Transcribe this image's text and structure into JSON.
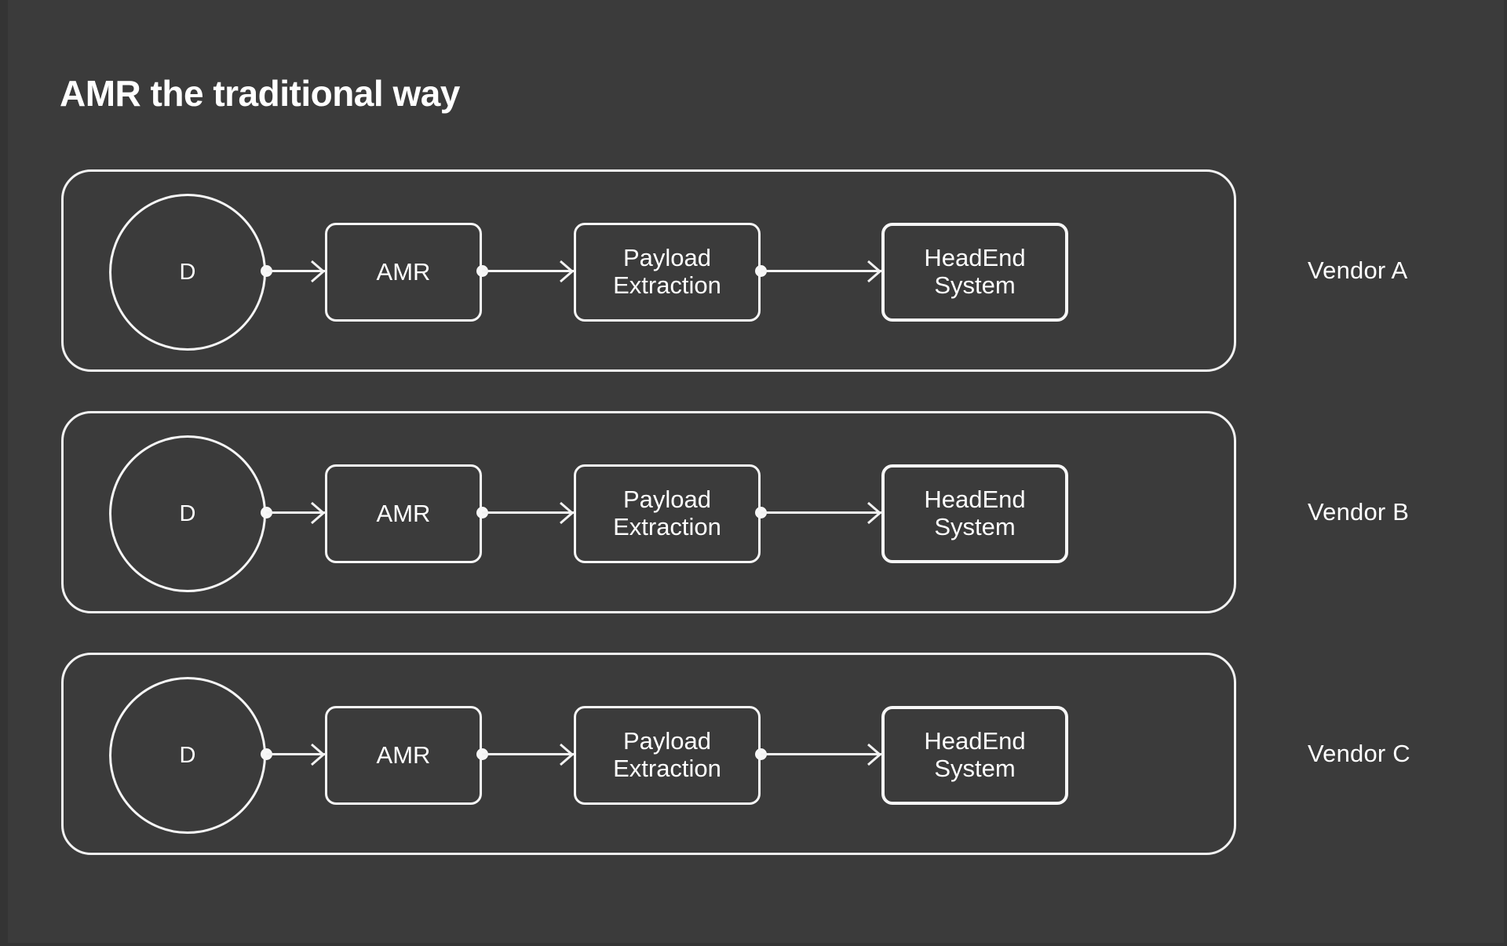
{
  "slide": {
    "title": "AMR the traditional way",
    "background_color": "#3b3b3b",
    "stroke_color": "#f2f2f2",
    "text_color": "#ffffff"
  },
  "node_labels": {
    "device": "D",
    "amr": "AMR",
    "payload_extraction": "Payload\nExtraction",
    "headend_system": "HeadEnd\nSystem"
  },
  "rows": [
    {
      "vendor": "Vendor A",
      "nodes": {
        "device": "D",
        "amr": "AMR",
        "payload_extraction": "Payload\nExtraction",
        "headend_system": "HeadEnd\nSystem"
      }
    },
    {
      "vendor": "Vendor B",
      "nodes": {
        "device": "D",
        "amr": "AMR",
        "payload_extraction": "Payload\nExtraction",
        "headend_system": "HeadEnd\nSystem"
      }
    },
    {
      "vendor": "Vendor C",
      "nodes": {
        "device": "D",
        "amr": "AMR",
        "payload_extraction": "Payload\nExtraction",
        "headend_system": "HeadEnd\nSystem"
      }
    }
  ]
}
